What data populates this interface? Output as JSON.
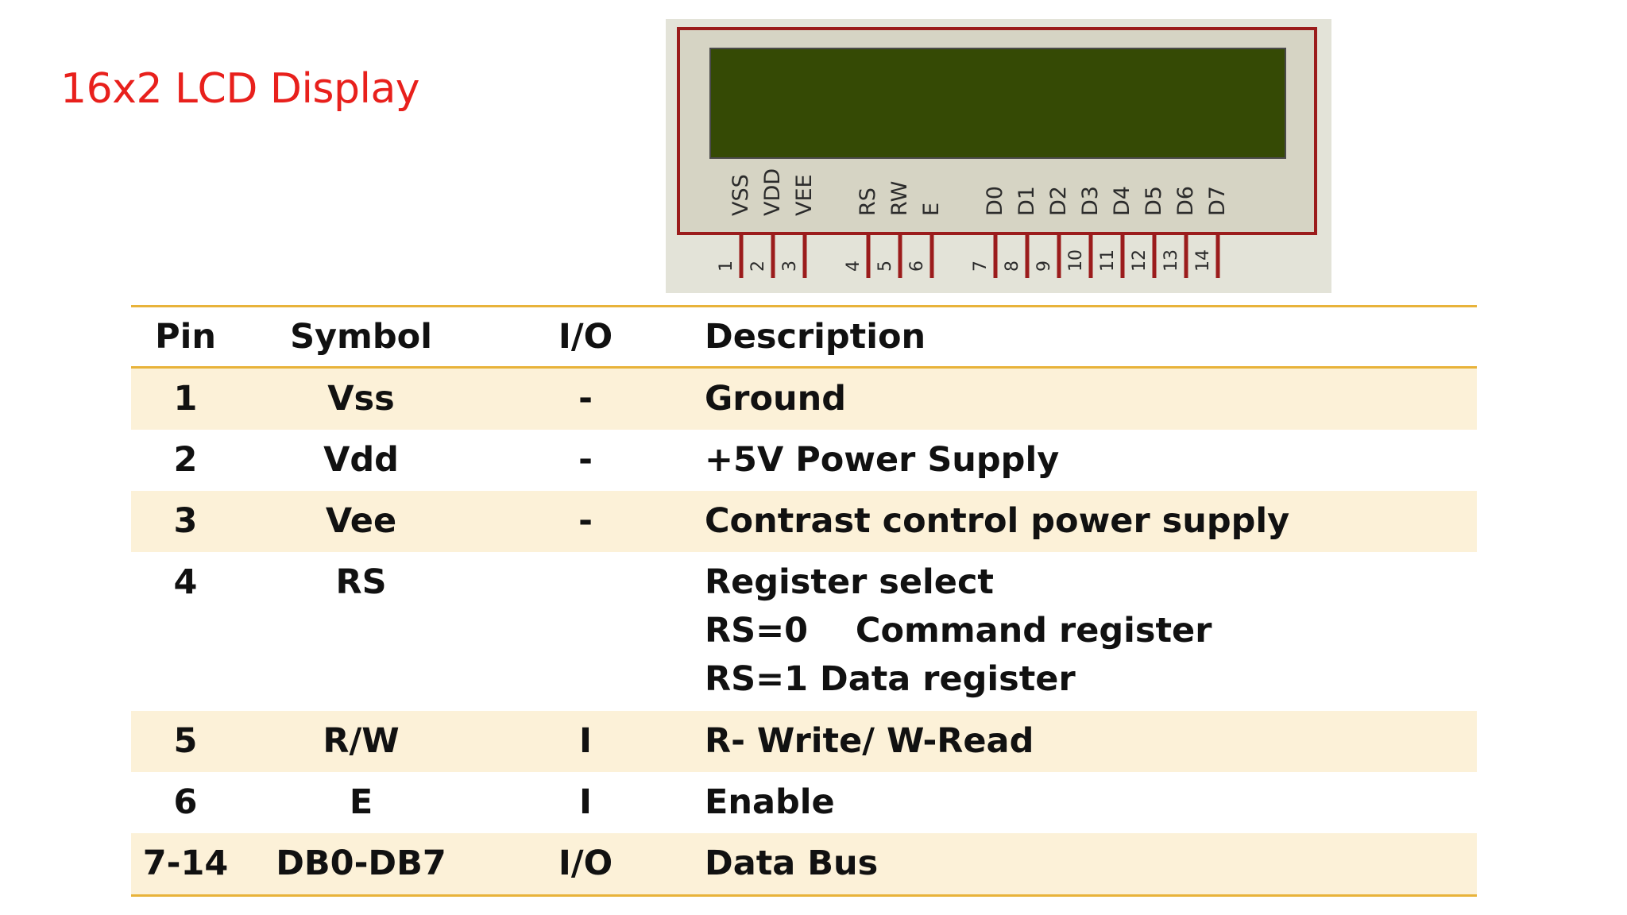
{
  "title": "16x2 LCD Display",
  "lcd": {
    "signal_labels": [
      "VSS",
      "VDD",
      "VEE",
      "RS",
      "RW",
      "E",
      "D0",
      "D1",
      "D2",
      "D3",
      "D4",
      "D5",
      "D6",
      "D7"
    ],
    "pin_numbers": [
      "1",
      "2",
      "3",
      "4",
      "5",
      "6",
      "7",
      "8",
      "9",
      "10",
      "11",
      "12",
      "13",
      "14"
    ],
    "colors": {
      "frame": "#9b1c1c",
      "screen": "#354a05",
      "body": "#d6d4c4",
      "backdrop": "#e3e3d8"
    }
  },
  "table": {
    "headers": {
      "pin": "Pin",
      "symbol": "Symbol",
      "io": "I/O",
      "description": "Description"
    },
    "rows": [
      {
        "pin": "1",
        "symbol": "Vss",
        "io": "-",
        "description": [
          "Ground"
        ]
      },
      {
        "pin": "2",
        "symbol": "Vdd",
        "io": "-",
        "description": [
          "+5V Power Supply"
        ]
      },
      {
        "pin": "3",
        "symbol": "Vee",
        "io": "-",
        "description": [
          "Contrast control power supply"
        ]
      },
      {
        "pin": "4",
        "symbol": "RS",
        "io": "",
        "description": [
          "Register select",
          "RS=0    Command register",
          "RS=1 Data register"
        ]
      },
      {
        "pin": "5",
        "symbol": "R/W",
        "io": "I",
        "description": [
          "R- Write/ W-Read"
        ]
      },
      {
        "pin": "6",
        "symbol": "E",
        "io": "I",
        "description": [
          "Enable"
        ]
      },
      {
        "pin": "7-14",
        "symbol": "DB0-DB7",
        "io": "I/O",
        "description": [
          "Data Bus"
        ]
      }
    ],
    "colors": {
      "rule": "#e8b33a",
      "alt_row": "#fcf1d8",
      "text": "#111111"
    }
  },
  "title_color": "#e8201c"
}
